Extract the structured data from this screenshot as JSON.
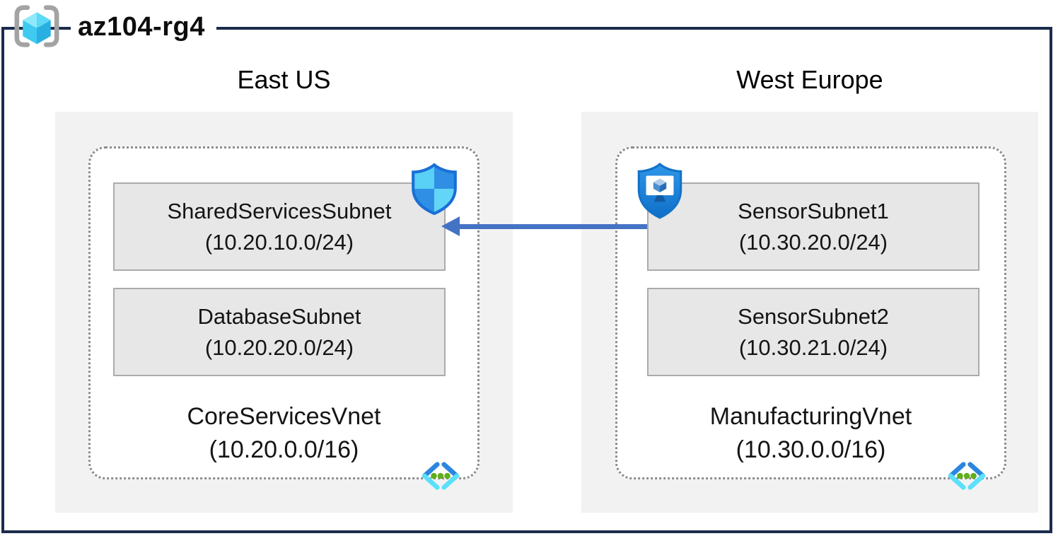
{
  "resource_group": {
    "name": "az104-rg4",
    "icon": "resource-group-icon"
  },
  "regions": [
    {
      "name": "East US",
      "vnet": {
        "name": "CoreServicesVnet",
        "cidr": "(10.20.0.0/16)",
        "icon": "virtual-network-icon",
        "subnets": [
          {
            "name": "SharedServicesSubnet",
            "cidr": "(10.20.10.0/24)",
            "badge_icon": "network-security-group-shield-icon"
          },
          {
            "name": "DatabaseSubnet",
            "cidr": "(10.20.20.0/24)"
          }
        ]
      }
    },
    {
      "name": "West Europe",
      "vnet": {
        "name": "ManufacturingVnet",
        "cidr": "(10.30.0.0/16)",
        "icon": "virtual-network-icon",
        "subnets": [
          {
            "name": "SensorSubnet1",
            "cidr": "(10.30.20.0/24)",
            "badge_icon": "application-security-group-shield-icon"
          },
          {
            "name": "SensorSubnet2",
            "cidr": "(10.30.21.0/24)"
          }
        ]
      }
    }
  ],
  "arrow": {
    "direction": "right-to-left",
    "color": "#4472c4"
  },
  "colors": {
    "outer_border": "#1b2b4c",
    "region_fill": "#f2f2f2",
    "subnet_fill": "#e7e7e7",
    "subnet_border": "#ababab",
    "vnet_dotted_border": "#8c8c8c",
    "arrow": "#4472c4",
    "shield_light": "#59d0f6",
    "shield_dark": "#2f8fe5",
    "vnet_chevron_dark": "#2b86df",
    "vnet_chevron_light": "#5ce0fa",
    "vnet_dots_green": "#60ae1b"
  }
}
